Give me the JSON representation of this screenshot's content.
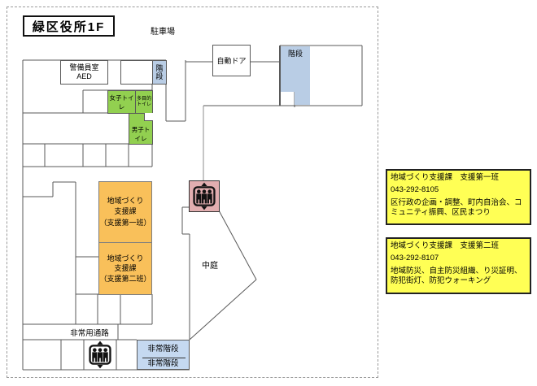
{
  "floor_plan": {
    "title": "緑区役所1F",
    "parking": "駐車場",
    "security_room": "警備員室\nAED",
    "stairs_top_left": "階段",
    "auto_door": "自動ドア",
    "stairs_top_right": "階段",
    "womens_toilet": "女子トイレ",
    "multipurpose_toilet": "多目的\nトイレ",
    "mens_toilet": "男子トイレ",
    "dept_room_1": "地域づくり\n支援課\n（支援第一班）",
    "dept_room_2": "地域づくり\n支援課\n（支援第二班）",
    "courtyard": "中庭",
    "emergency_passage": "非常用通路",
    "emergency_stairs_top": "非常階段",
    "emergency_stairs_bottom": "非常階段"
  },
  "info_boxes": [
    {
      "title": "地域づくり支援課　支援第一班",
      "phone": "043-292-8105",
      "description": "区行政の企画・調整、町内自治会、コミュニティ振興、区民まつり"
    },
    {
      "title": "地域づくり支援課　支援第二班",
      "phone": "043-292-8107",
      "description": "地域防災、自主防災組織、り災証明、防犯街灯、防犯ウォーキング"
    }
  ],
  "icons": {
    "elevator_main": "elevator-icon",
    "elevator_emergency": "elevator-icon"
  },
  "colors": {
    "toilet_green": "#92d050",
    "stairs_blue": "#b9cde5",
    "emergency_stairs_blue": "#c5d9f1",
    "dept_orange": "#f9c05a",
    "elevator_pink": "#e2aeb0",
    "info_yellow": "#ffff55",
    "wall_gray": "#595959"
  }
}
